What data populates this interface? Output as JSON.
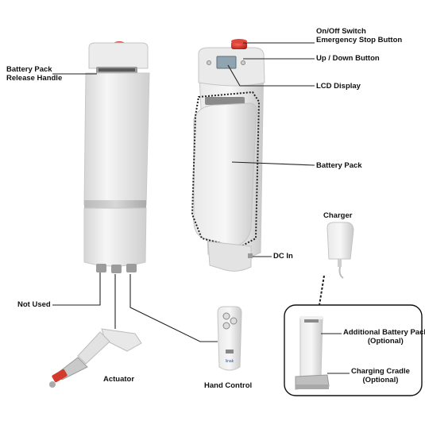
{
  "labels": {
    "battery_release_handle": [
      "Battery Pack",
      "Release Handle"
    ],
    "on_off_switch": [
      "On/Off Switch",
      "Emergency Stop Button"
    ],
    "up_down_button": "Up / Down Button",
    "lcd_display": "LCD Display",
    "battery_pack": "Battery Pack",
    "charger": "Charger",
    "dc_in": "DC In",
    "not_used": "Not Used",
    "actuator": "Actuator",
    "hand_control": "Hand Control",
    "additional_battery_pack": [
      "Additional Battery Pack",
      "(Optional)"
    ],
    "charging_cradle": [
      "Charging Cradle",
      "(Optional)"
    ]
  },
  "hand_control_brand": "linak",
  "colors": {
    "stop_button": "#d9251d",
    "housing": "#e4e4e4",
    "housing_shadow": "#bdbdbd",
    "lcd": "#8fa3b0",
    "actuator_rod": "#d23a2e",
    "line": "#222222"
  }
}
